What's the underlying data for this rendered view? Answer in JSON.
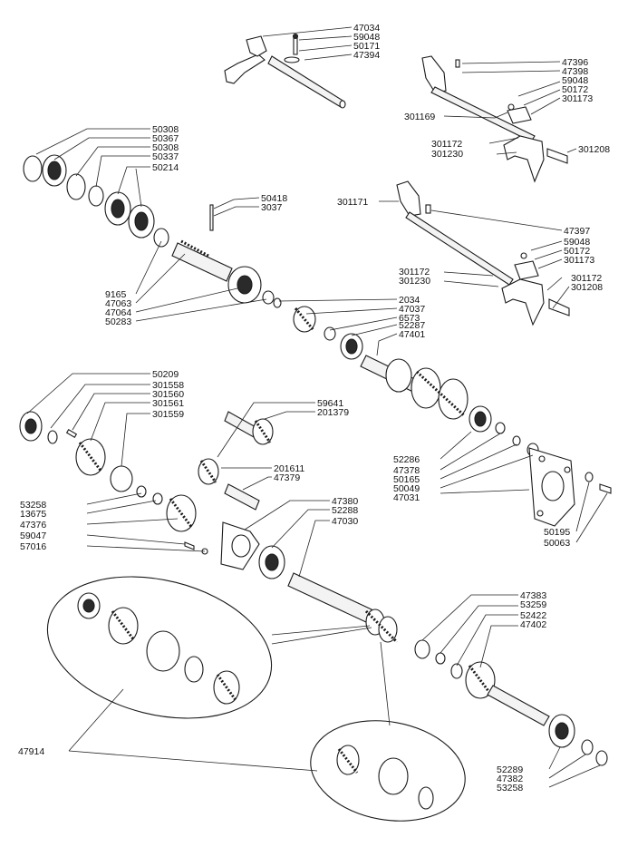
{
  "diagram": {
    "labels": {
      "p47034": "47034",
      "p59048a": "59048",
      "p50171": "50171",
      "p47394": "47394",
      "p47396": "47396",
      "p47398": "47398",
      "p59048b": "59048",
      "p50172a": "50172",
      "p301173a": "301173",
      "p301169": "301169",
      "p301172a": "301172",
      "p301230a": "301230",
      "p301208a": "301208",
      "p50308a": "50308",
      "p50367": "50367",
      "p50308b": "50308",
      "p50337": "50337",
      "p50214": "50214",
      "p50418": "50418",
      "p3037": "3037",
      "p301171": "301171",
      "p47397": "47397",
      "p59048c": "59048",
      "p50172b": "50172",
      "p301173b": "301173",
      "p301172b": "301172",
      "p301230b": "301230",
      "p301172c": "301172",
      "p301208b": "301208",
      "p9165": "9165",
      "p47063": "47063",
      "p47064": "47064",
      "p50283": "50283",
      "p2034": "2034",
      "p47037": "47037",
      "p6573": "6573",
      "p52287": "52287",
      "p47401": "47401",
      "p50209": "50209",
      "p301558": "301558",
      "p301560": "301560",
      "p301561": "301561",
      "p301559": "301559",
      "p59641": "59641",
      "p201379": "201379",
      "p201611": "201611",
      "p47379": "47379",
      "p52286": "52286",
      "p47378": "47378",
      "p50165": "50165",
      "p50049": "50049",
      "p47031": "47031",
      "p53258a": "53258",
      "p13675": "13675",
      "p47376": "47376",
      "p59047": "59047",
      "p57016": "57016",
      "p47380": "47380",
      "p52288": "52288",
      "p47030": "47030",
      "p50195": "50195",
      "p50063": "50063",
      "p47383": "47383",
      "p53259": "53259",
      "p52422": "52422",
      "p47402": "47402",
      "p47914": "47914",
      "p52289": "52289",
      "p47382": "47382",
      "p53258b": "53258"
    }
  }
}
